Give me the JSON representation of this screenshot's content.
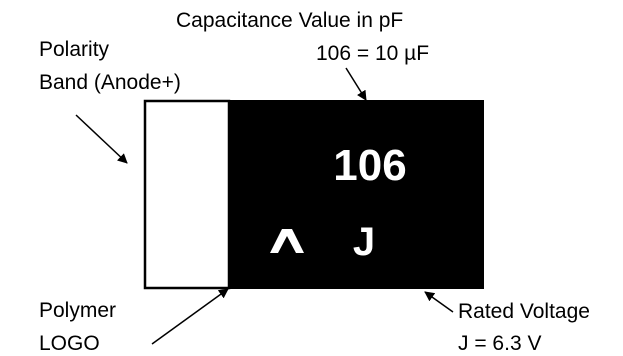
{
  "labels": {
    "capacitance_title": "Capacitance Value in pF",
    "capacitance_example": "106 =  10 µF",
    "polarity_line1": "Polarity",
    "polarity_line2": "Band (Anode+)",
    "polymer_line1": "Polymer",
    "polymer_line2": "LOGO",
    "voltage_title": "Rated Voltage",
    "voltage_example": "J  =  6.3 V"
  },
  "component": {
    "capacitance_code": "106",
    "voltage_code": "J",
    "logo_icon": "polymer-chevron-icon",
    "body_color": "#000000",
    "band_color": "#ffffff",
    "marking_color": "#ffffff"
  }
}
